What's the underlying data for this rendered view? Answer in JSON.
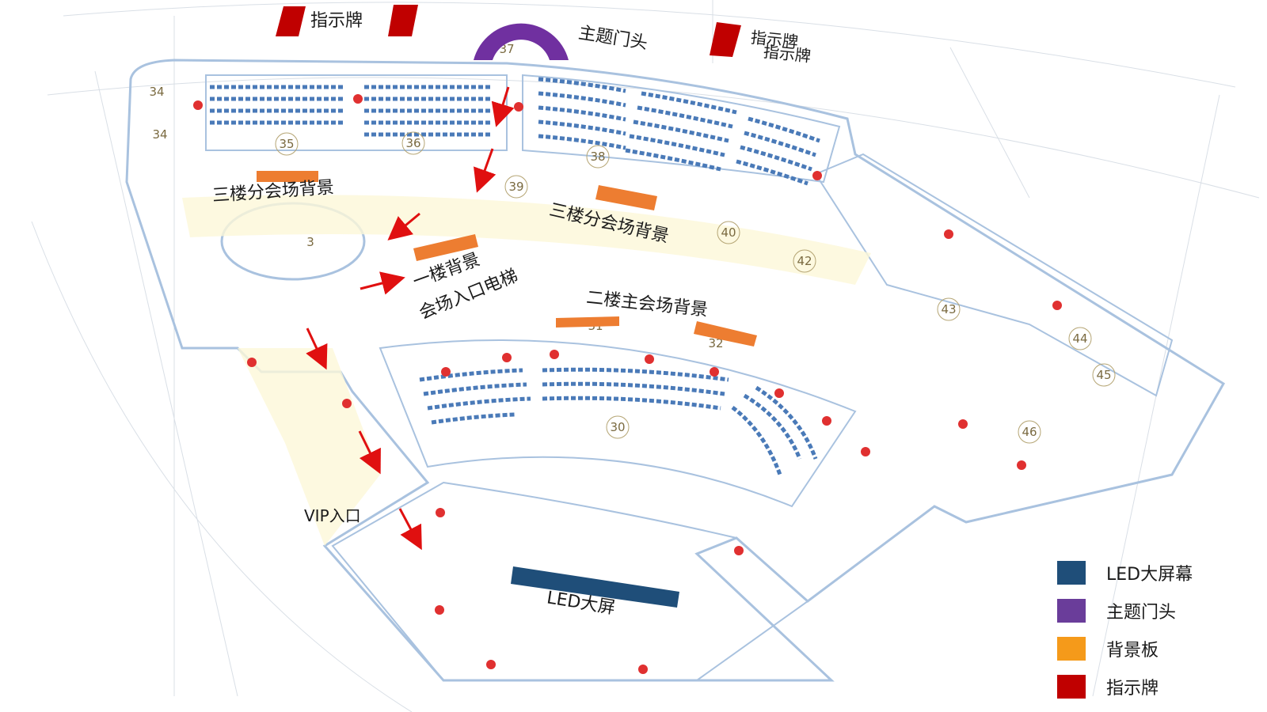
{
  "labels": {
    "sign_top_left": "指示牌",
    "theme_gate": "主题门头",
    "sign_top_right_a": "指示牌",
    "sign_top_right_b": "指示牌",
    "third_floor_bg_left": "三楼分会场背景",
    "third_floor_bg_right": "三楼分会场背景",
    "first_floor_bg": "一楼背景",
    "venue_entrance_elevator": "会场入口电梯",
    "second_floor_main_bg": "二楼主会场背景",
    "vip_entrance": "VIP入口",
    "led_screen": "LED大屏"
  },
  "room_numbers": [
    "34",
    "34",
    "35",
    "36",
    "37",
    "38",
    "39",
    "40",
    "42",
    "43",
    "44",
    "45",
    "46",
    "30",
    "31",
    "32",
    "3"
  ],
  "legend": [
    {
      "label": "LED大屏幕",
      "color": "#1f4e79"
    },
    {
      "label": "主题门头",
      "color": "#6a3d9a"
    },
    {
      "label": "背景板",
      "color": "#f59a1a"
    },
    {
      "label": "指示牌",
      "color": "#c00000"
    }
  ],
  "colors": {
    "sign": "#c00000",
    "theme_gate": "#7030a0",
    "backdrop": "#ed7d31",
    "led": "#1f4e79",
    "arrow": "#e01010",
    "seat": "#4a7ab8",
    "wall": "#8fb3d9",
    "dot": "#e03030"
  }
}
